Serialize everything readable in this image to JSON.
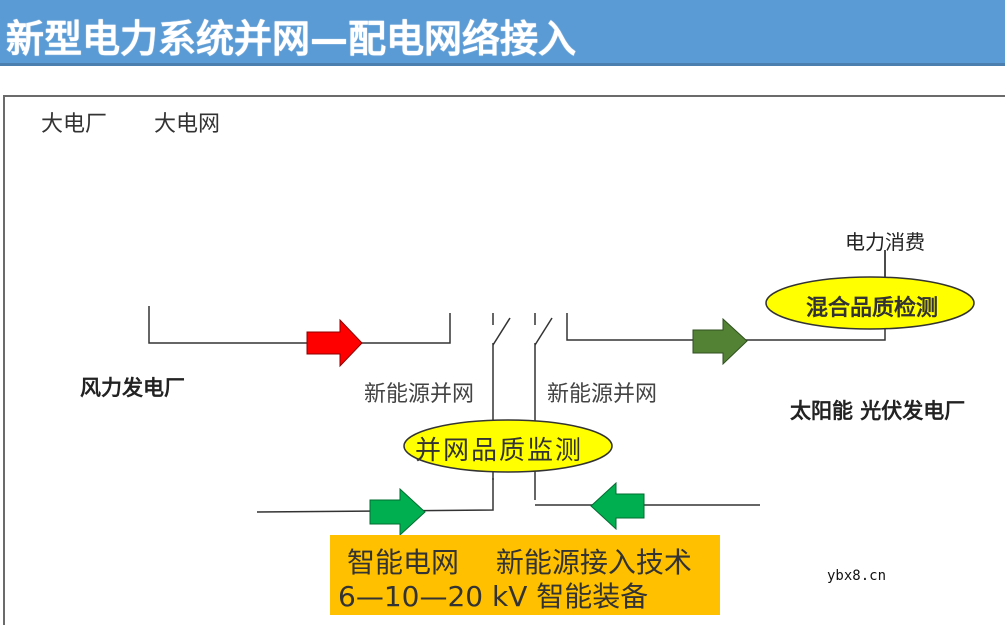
{
  "title": "新型电力系统并网—配电网络接入",
  "diagram": {
    "top_labels": {
      "power_plant": "大电厂",
      "power_grid": "大电网"
    },
    "power_consumption": "电力消费",
    "wind_plant": "风力发电厂",
    "solar_plant": "太阳能 光伏发电厂",
    "grid_connect_left": "新能源并网",
    "grid_connect_right": "新能源并网",
    "mixed_quality_detection": "混合品质检测",
    "grid_quality_monitoring": "并网品质监测",
    "info_box": {
      "line1": "智能电网　 新能源接入技术",
      "line2": "6—10—20 kV  智能装备"
    },
    "colors": {
      "title_bar": "#5b9bd5",
      "arrow_red": "#ff0000",
      "arrow_dark_green": "#548235",
      "arrow_green": "#00b050",
      "ellipse_fill": "#ffff00",
      "info_box": "#ffc000"
    }
  },
  "watermark": "ybx8.cn"
}
